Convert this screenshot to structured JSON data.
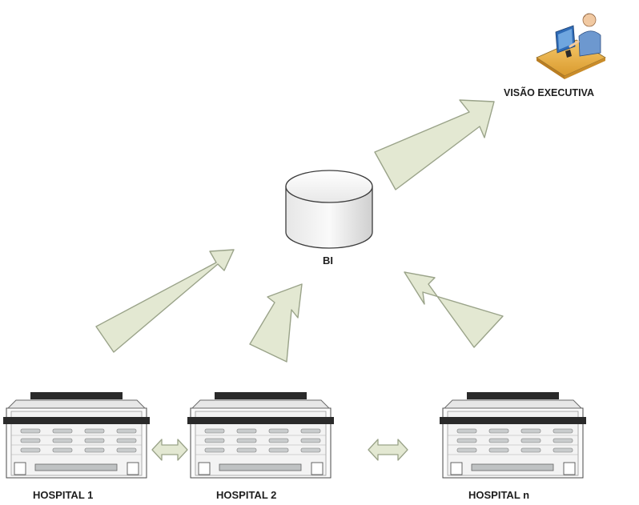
{
  "labels": {
    "executive": "VISÃO EXECUTIVA",
    "bi": "BI",
    "hospital_1": "HOSPITAL 1",
    "hospital_2": "HOSPITAL 2",
    "hospital_n": "HOSPITAL n"
  },
  "icons": {
    "executive": "executive-workstation-icon",
    "database": "database-cylinder-icon",
    "hospital": "hospital-building-icon",
    "link": "double-arrow-icon",
    "flow": "flow-arrow-icon"
  },
  "colors": {
    "arrow_fill": "#e3e8d2",
    "arrow_stroke": "#9aa389",
    "building_body": "#fbfbfb",
    "building_roof": "#2a2a2a",
    "window_fill": "#c9cccd",
    "label_text": "#1e1e1e"
  }
}
